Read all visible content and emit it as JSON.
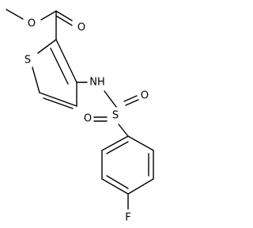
{
  "molecule": {
    "atoms": {
      "methyl_oxygen": "O",
      "carbonyl_oxygen": "O",
      "ring_sulfur": "S",
      "amine": "NH",
      "sulfonyl_sulfur": "S",
      "sulfonyl_oxygen_left": "O",
      "sulfonyl_oxygen_right": "O",
      "fluorine": "F"
    }
  }
}
